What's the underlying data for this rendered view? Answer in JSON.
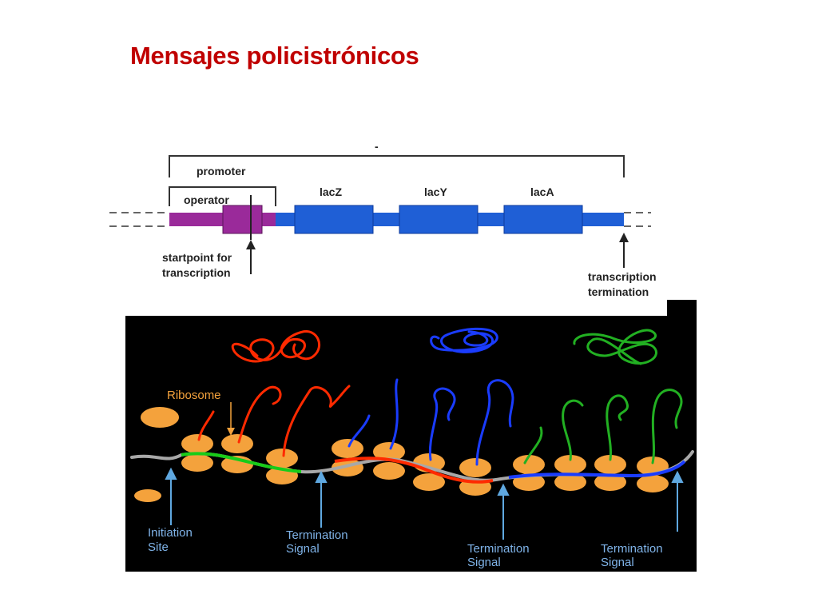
{
  "title": "Mensajes policistrónicos",
  "operon": {
    "top_mark": "-",
    "promoter": "promoter",
    "operator": "operator",
    "genes": [
      "lacZ",
      "lacY",
      "lacA"
    ],
    "start_label": [
      "startpoint for",
      "transcription"
    ],
    "end_label": [
      "transcription",
      "termination"
    ],
    "colors": {
      "gene": "#1f5fd6",
      "regulatory": "#9a2a9a",
      "bracket": "#333333"
    }
  },
  "translation": {
    "ribosome_label": "Ribosome",
    "initiation_label": [
      "Initiation",
      "Site"
    ],
    "termination_labels": [
      [
        "Termination",
        "Signal"
      ],
      [
        "Termination",
        "Signal"
      ],
      [
        "Termination",
        "Signal"
      ]
    ],
    "colors": {
      "background": "#000000",
      "ribosome": "#f4a23c",
      "mrna": "#a8a8a8",
      "protein_1": "#ff2a00",
      "protein_2": "#1a3cff",
      "protein_3": "#22b022",
      "translated_green": "#18cc18",
      "arrow": "#5fa8e0",
      "label": "#7fb3e8"
    }
  }
}
